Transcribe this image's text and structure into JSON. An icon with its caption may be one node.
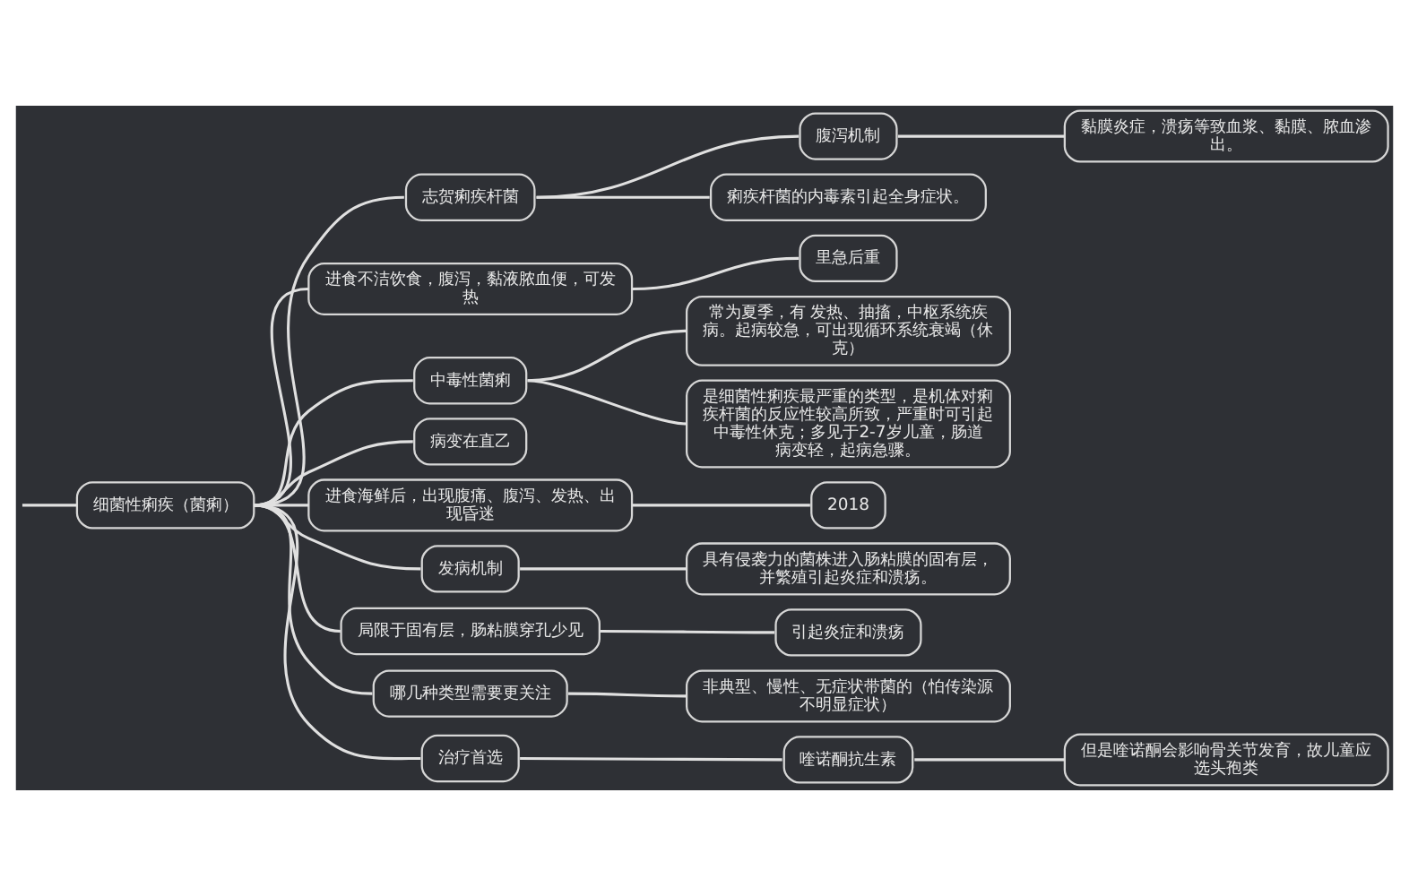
{
  "diagram": {
    "nodes": [
      {
        "text": [
          "细菌性痢疾（菌痢）"
        ]
      },
      {
        "text": [
          "志贺痢疾杆菌"
        ]
      },
      {
        "text": [
          "腹泻机制"
        ]
      },
      {
        "text": [
          "黏膜炎症，溃疡等致血浆、黏膜、脓血渗出。"
        ]
      },
      {
        "text": [
          "痢疾杆菌的内毒素引起全身症状。"
        ]
      },
      {
        "text": [
          "进食不洁饮食，腹泻，黏液脓血便，可发热"
        ]
      },
      {
        "text": [
          "里急后重"
        ]
      },
      {
        "text": [
          "中毒性菌痢"
        ]
      },
      {
        "text": [
          "常为夏季，有 发热、抽搐，中枢系统疾病。起病较急，可出现循环系统衰竭（休克）"
        ]
      },
      {
        "text": [
          "是细菌性痢疾最严重的类型，是机体对痢疾杆菌的反应性较高所致，严重时可引起中毒性休克；多见于2-7岁儿童，肠道病变轻，起病急骤。"
        ]
      },
      {
        "text": [
          "病变在直乙"
        ]
      },
      {
        "text": [
          "进食海鲜后，出现腹痛、腹泻、发热、出现昏迷"
        ]
      },
      {
        "text": [
          "2018"
        ]
      },
      {
        "text": [
          "发病机制"
        ]
      },
      {
        "text": [
          "具有侵袭力的菌株进入肠粘膜的固有层，并繁殖引起炎症和溃疡。"
        ]
      },
      {
        "text": [
          "局限于固有层，肠粘膜穿孔少见"
        ]
      },
      {
        "text": [
          "引起炎症和溃疡"
        ]
      },
      {
        "text": [
          "哪几种类型需要更关注"
        ]
      },
      {
        "text": [
          "非典型、慢性、无症状带菌的（怕传染源不明显症状）"
        ]
      },
      {
        "text": [
          "治疗首选"
        ]
      },
      {
        "text": [
          "喹诺酮抗生素"
        ]
      },
      {
        "text": [
          "但是喹诺酮会影响骨关节发育，故儿童应选头孢类"
        ]
      }
    ],
    "edges": [
      {
        "from": null,
        "to": 0,
        "arrow": "none"
      },
      {
        "from": 0,
        "to": 1,
        "arrow": "none"
      },
      {
        "from": 1,
        "to": 2,
        "arrow": "none"
      },
      {
        "from": 2,
        "to": 3,
        "arrow": "none"
      },
      {
        "from": 1,
        "to": 4,
        "arrow": "none"
      },
      {
        "from": 0,
        "to": 5,
        "arrow": "none"
      },
      {
        "from": 5,
        "to": 6,
        "arrow": "none"
      },
      {
        "from": 0,
        "to": 7,
        "arrow": "none"
      },
      {
        "from": 7,
        "to": 8,
        "arrow": "none"
      },
      {
        "from": 7,
        "to": 9,
        "arrow": "none"
      },
      {
        "from": 0,
        "to": 10,
        "arrow": "none"
      },
      {
        "from": 0,
        "to": 11,
        "arrow": "none"
      },
      {
        "from": 11,
        "to": 12,
        "arrow": "none"
      },
      {
        "from": 0,
        "to": 13,
        "arrow": "none"
      },
      {
        "from": 13,
        "to": 14,
        "arrow": "none"
      },
      {
        "from": 0,
        "to": 15,
        "arrow": "none"
      },
      {
        "from": 15,
        "to": 16,
        "arrow": "none"
      },
      {
        "from": 0,
        "to": 17,
        "arrow": "none"
      },
      {
        "from": 17,
        "to": 18,
        "arrow": "none"
      },
      {
        "from": 0,
        "to": 19,
        "arrow": "none"
      },
      {
        "from": 19,
        "to": 20,
        "arrow": "none"
      },
      {
        "from": 20,
        "to": 21,
        "arrow": "none"
      }
    ]
  }
}
